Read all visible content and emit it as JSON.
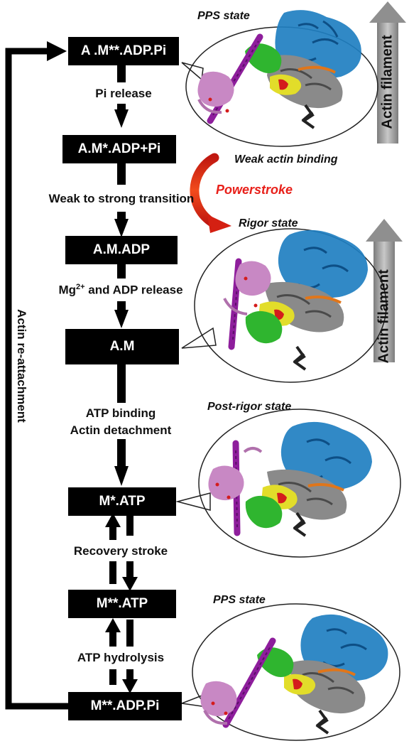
{
  "cycle": {
    "side_label": "Actin re-attachment",
    "states": [
      {
        "id": "s1",
        "label": "A .M**.ADP.Pi"
      },
      {
        "id": "s2",
        "label": "A.M*.ADP+Pi"
      },
      {
        "id": "s3",
        "label": "A.M.ADP"
      },
      {
        "id": "s4",
        "label": "A.M"
      },
      {
        "id": "s5",
        "label": "M*.ATP"
      },
      {
        "id": "s6",
        "label": "M**.ATP"
      },
      {
        "id": "s7",
        "label": "M**.ADP.Pi"
      }
    ],
    "transitions": {
      "pi_release": "Pi release",
      "weak_to_strong": "Weak to strong  transition",
      "mg_adp_release_prefix": "Mg",
      "mg_adp_release_sup": "2+",
      "mg_adp_release_suffix": " and ADP release",
      "atp_binding": "ATP binding",
      "actin_detachment": "Actin detachment",
      "recovery_stroke": "Recovery stroke",
      "atp_hydrolysis": "ATP hydrolysis"
    }
  },
  "structures": {
    "pps_top": "PPS state",
    "weak_binding": "Weak actin binding",
    "powerstroke": "Powerstroke",
    "rigor": "Rigor state",
    "post_rigor": "Post-rigor state",
    "pps_bottom": "PPS state",
    "actin_filament_1": "Actin filament",
    "actin_filament_2": "Actin filament"
  },
  "colors": {
    "box": "#000000",
    "powerstroke": "#e8201a",
    "filament_arrow": "#9a9a9a",
    "blue_domain": "#1f7fc1",
    "gray_domain": "#8a8a8a",
    "purple_helix": "#8e1e9c",
    "pink_light_chain": "#c888c4",
    "green_converter": "#2fb52f",
    "yellow_relay": "#e2dd2a",
    "red_switch": "#d41c1c",
    "orange_loop": "#e0761a"
  }
}
